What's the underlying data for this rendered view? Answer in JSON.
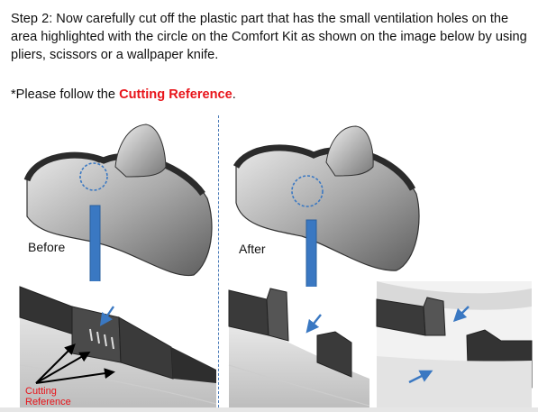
{
  "instructions": {
    "step_text": "Step 2: Now carefully cut off the plastic part that has the small ventilation holes on the area highlighted with the circle on the Comfort Kit as shown on the image below by using pliers, scissors or a wallpaper knife.",
    "note_prefix": "*Please follow the ",
    "note_link": "Cutting Reference",
    "note_suffix": "."
  },
  "labels": {
    "before": "Before",
    "after": "After",
    "cutting_reference_line1": "Cutting",
    "cutting_reference_line2": "Reference"
  },
  "colors": {
    "accent_red": "#e8141a",
    "arrow_blue": "#3a78c2",
    "divider_blue": "#4a7bb8"
  }
}
